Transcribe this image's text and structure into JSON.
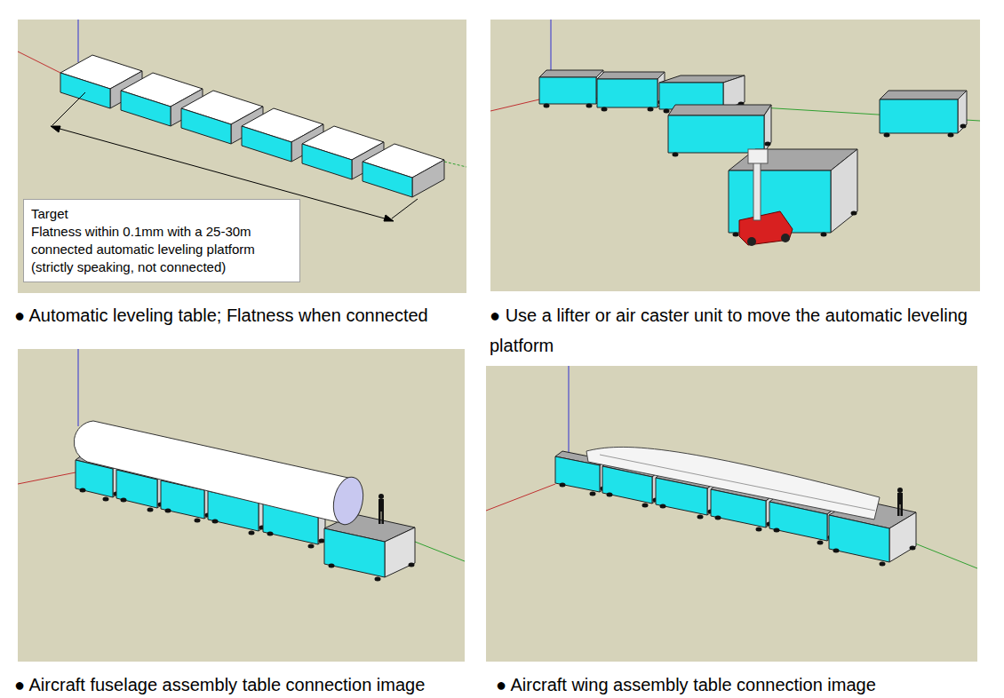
{
  "diagram": {
    "nodes": [
      {
        "text": [
          "Target",
          "Flatness within 0.1mm with a 25-30m connected automatic leveling platform (strictly speaking, not connected)"
        ]
      }
    ],
    "labels": [
      "● Automatic leveling table; Flatness when connected",
      "● Use a lifter or air caster unit to move the automatic leveling platform",
      "● Aircraft fuselage assembly table connection image",
      "● Aircraft wing assembly table connection image"
    ]
  }
}
